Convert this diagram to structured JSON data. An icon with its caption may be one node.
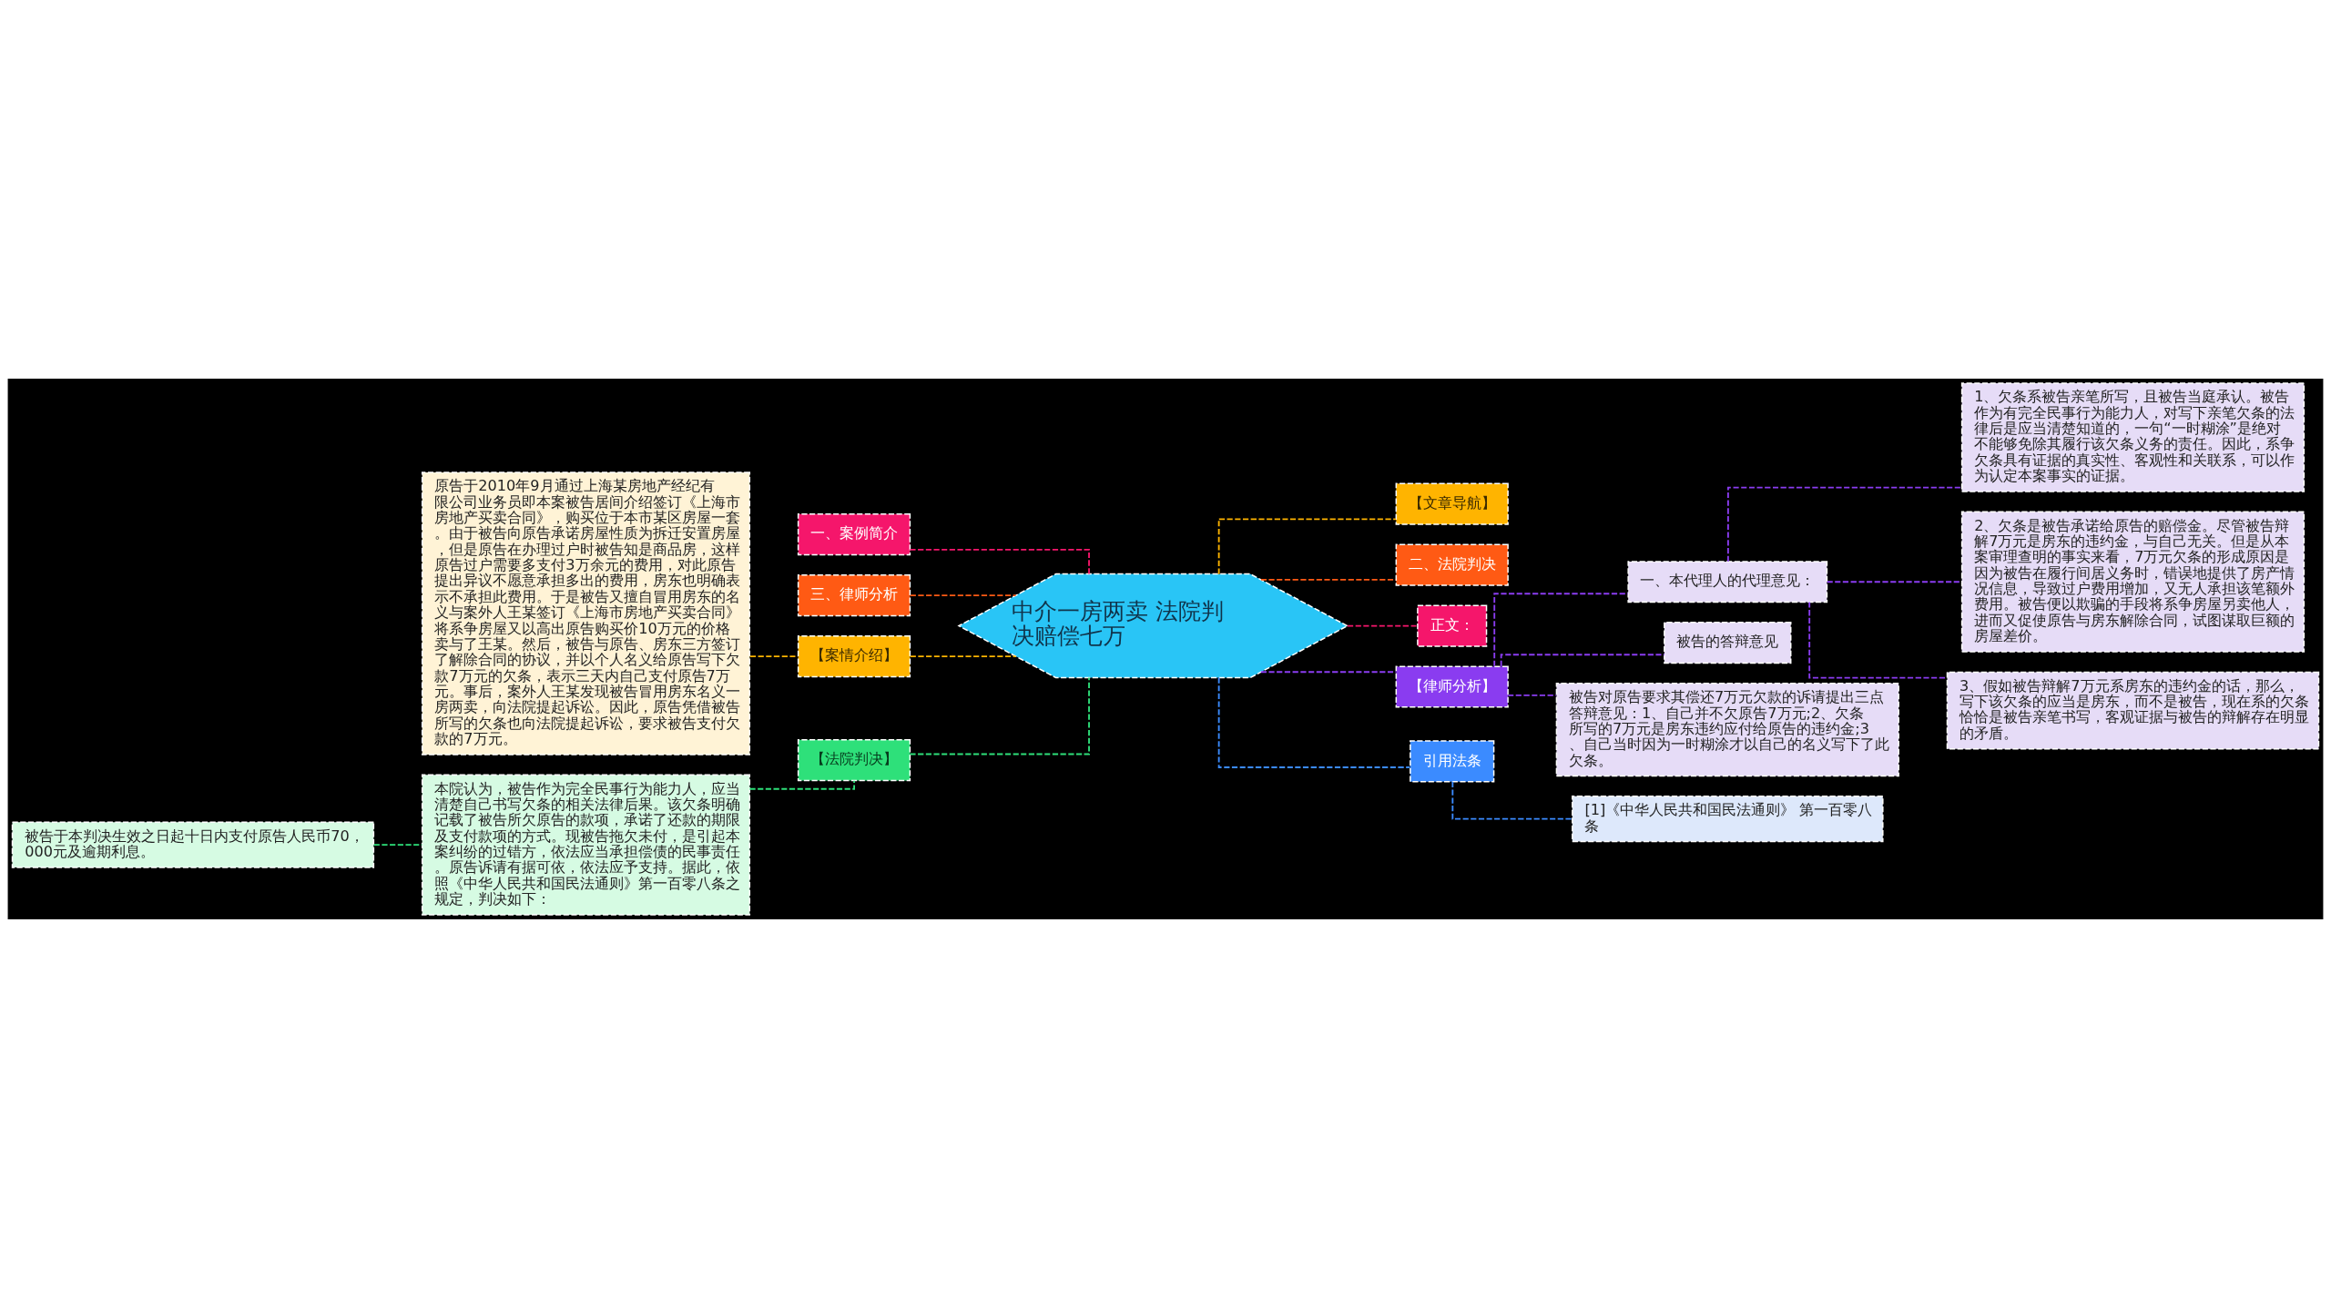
{
  "diagram": {
    "nodes": [
      {
        "text": [
          "中介一房两卖 法院判决赔偿七万"
        ]
      },
      {
        "text": [
          "一、案例简介"
        ]
      },
      {
        "text": [
          "三、律师分析"
        ]
      },
      {
        "text": [
          "【案情介绍】"
        ]
      },
      {
        "text": [
          "原告于2010年9月通过上海某房地产经纪有限公司业务员即本案被告居间介绍签订《上海市房地产买卖合同》，购买位于本市某区房屋一套。由于被告向原告承诺房屋性质为拆迁安置房屋，但是原告在办理过户时被告知是商品房，这样原告过户需要多支付3万余元的费用，对此原告提出异议不愿意承担多出的费用，房东也明确表示不承担此费用。于是被告又擅自冒用房东的名义与案外人王某签订《上海市房地产买卖合同》将系争房屋又以高出原告购买价10万元的价格卖与了王某。然后，被告与原告、房东三方签订了解除合同的协议，并以个人名义给原告写下欠款7万元的欠条，表示三天内自己支付原告7万元。事后，案外人王某发现被告冒用房东名义一房两卖，向法院提起诉讼。因此，原告凭借被告所写的欠条也向法院提起诉讼，要求被告支付欠款的7万元。"
        ]
      },
      {
        "text": [
          "【法院判决】"
        ]
      },
      {
        "text": [
          "本院认为，被告作为完全民事行为能力人，应当清楚自己书写欠条的相关法律后果。该欠条明确记载了被告所欠原告的款项，承诺了还款的期限及支付款项的方式。现被告拖欠未付，是引起本案纠纷的过错方，依法应当承担偿债的民事责任。原告诉请有据可依，依法应予支持。据此，依照《中华人民共和国民法通则》第一百零八条之规定，判决如下："
        ]
      },
      {
        "text": [
          "被告于本判决生效之日起十日内支付原告人民币70，000元及逾期利息。"
        ]
      },
      {
        "text": [
          "【文章导航】"
        ]
      },
      {
        "text": [
          "二、法院判决"
        ]
      },
      {
        "text": [
          "正文："
        ]
      },
      {
        "text": [
          "【律师分析】"
        ]
      },
      {
        "text": [
          "一、本代理人的代理意见："
        ]
      },
      {
        "text": [
          "1、欠条系被告亲笔所写，且被告当庭承认。被告作为有完全民事行为能力人，对写下亲笔欠条的法律后是应当清楚知道的，一句“一时糊涂”是绝对不能够免除其履行该欠条义务的责任。因此，系争欠条具有证据的真实性、客观性和关联系，可以作为认定本案事实的证据。"
        ]
      },
      {
        "text": [
          "2、欠条是被告承诺给原告的赔偿金。尽管被告辩解7万元是房东的违约金，与自己无关。但是从本案审理查明的事实来看，7万元欠条的形成原因是因为被告在履行间居义务时，错误地提供了房产情况信息，导致过户费用增加，又无人承担该笔额外费用。被告便以欺骗的手段将系争房屋另卖他人，进而又促使原告与房东解除合同，试图谋取巨额的房屋差价。"
        ]
      },
      {
        "text": [
          "3、假如被告辩解7万元系房东的违约金的话，那么，写下该欠条的应当是房东，而不是被告，现在系的欠条恰恰是被告亲笔书写，客观证据与被告的辩解存在明显的矛盾。"
        ]
      },
      {
        "text": [
          "被告的答辩意见"
        ]
      },
      {
        "text": [
          "被告对原告要求其偿还7万元欠款的诉请提出三点答辩意见：1、自己并不欠原告7万元;2、欠条所写的7万元是房东违约应付给原告的违约金;3、自己当时因为一时糊涂才以自己的名义写下了此欠条。"
        ]
      },
      {
        "text": [
          "引用法条"
        ]
      },
      {
        "text": [
          "[1]《中华人民共和国民法通则》 第一百零八条"
        ]
      }
    ],
    "edges": [
      {
        "from": 0,
        "to": 1,
        "arrow": "none",
        "style": "dashed",
        "color": "#f5166b"
      },
      {
        "from": 0,
        "to": 2,
        "arrow": "none",
        "style": "dashed",
        "color": "#ff5a14"
      },
      {
        "from": 0,
        "to": 3,
        "arrow": "none",
        "style": "dashed",
        "color": "#ffb400"
      },
      {
        "from": 3,
        "to": 4,
        "arrow": "none",
        "style": "dashed",
        "color": "#ffb400"
      },
      {
        "from": 0,
        "to": 5,
        "arrow": "none",
        "style": "dashed",
        "color": "#2ee07a"
      },
      {
        "from": 5,
        "to": 6,
        "arrow": "none",
        "style": "dashed",
        "color": "#2ee07a"
      },
      {
        "from": 6,
        "to": 7,
        "arrow": "none",
        "style": "dashed",
        "color": "#2ee07a"
      },
      {
        "from": 0,
        "to": 8,
        "arrow": "none",
        "style": "dashed",
        "color": "#ffb400"
      },
      {
        "from": 0,
        "to": 9,
        "arrow": "none",
        "style": "dashed",
        "color": "#ff5a14"
      },
      {
        "from": 0,
        "to": 10,
        "arrow": "none",
        "style": "dashed",
        "color": "#f5166b"
      },
      {
        "from": 0,
        "to": 11,
        "arrow": "none",
        "style": "dashed",
        "color": "#8a3cf0"
      },
      {
        "from": 11,
        "to": 12,
        "arrow": "none",
        "style": "dashed",
        "color": "#8a3cf0"
      },
      {
        "from": 12,
        "to": 13,
        "arrow": "none",
        "style": "dashed",
        "color": "#8a3cf0"
      },
      {
        "from": 12,
        "to": 14,
        "arrow": "none",
        "style": "dashed",
        "color": "#8a3cf0"
      },
      {
        "from": 12,
        "to": 15,
        "arrow": "none",
        "style": "dashed",
        "color": "#8a3cf0"
      },
      {
        "from": 11,
        "to": 16,
        "arrow": "none",
        "style": "dashed",
        "color": "#8a3cf0"
      },
      {
        "from": 11,
        "to": 17,
        "arrow": "none",
        "style": "dashed",
        "color": "#8a3cf0"
      },
      {
        "from": 0,
        "to": 18,
        "arrow": "none",
        "style": "dashed",
        "color": "#3b8bff"
      },
      {
        "from": 18,
        "to": 19,
        "arrow": "none",
        "style": "dashed",
        "color": "#3b8bff"
      }
    ]
  }
}
